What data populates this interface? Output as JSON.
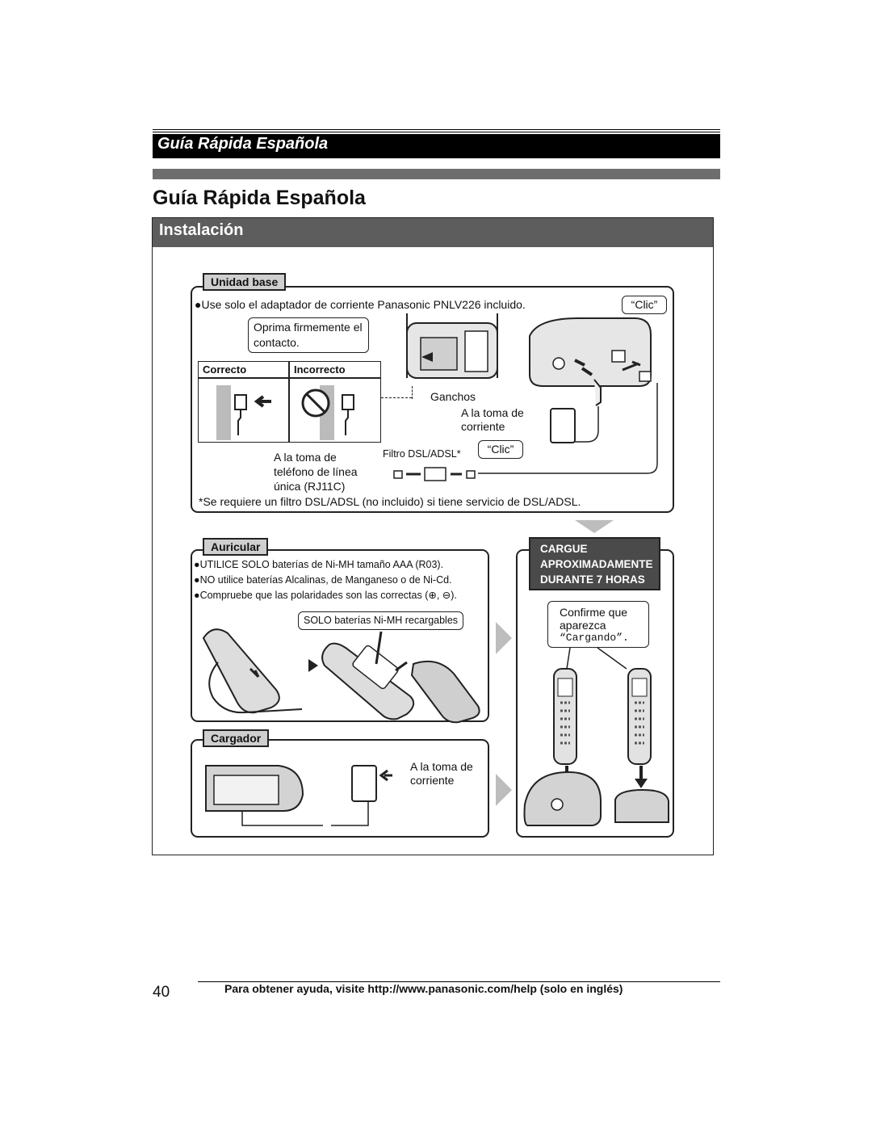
{
  "header": {
    "band_label": "Guía Rápida Española"
  },
  "page": {
    "title": "Guía Rápida Española",
    "section_title": "Instalación"
  },
  "unidad_base": {
    "tab": "Unidad base",
    "bullet": "Use solo el adaptador de corriente Panasonic PNLV226 incluido.",
    "callout_press": "Oprima firmemente el contacto.",
    "callout_click_top": "“Clic”",
    "correcto": "Correcto",
    "incorrecto": "Incorrecto",
    "ganchos": "Ganchos",
    "a_la_toma_corriente": "A la toma de corriente",
    "filtro": "Filtro DSL/ADSL*",
    "callout_click_mid": "“Clic”",
    "toma_telefono": "A la toma de teléfono de línea única (RJ11C)",
    "footnote": "*Se requiere un filtro DSL/ADSL (no incluido) si tiene servicio de DSL/ADSL."
  },
  "auricular": {
    "tab": "Auricular",
    "bullets": [
      "UTILICE SOLO baterías de Ni-MH tamaño AAA (R03).",
      "NO utilice baterías Alcalinas, de Manganeso o de Ni-Cd.",
      "Compruebe que las polaridades son las correctas (⊕, ⊖)."
    ],
    "callout": "SOLO baterías Ni-MH recargables"
  },
  "cargador": {
    "tab": "Cargador",
    "a_la_toma": "A la toma de corriente"
  },
  "charge": {
    "heading": [
      "CARGUE",
      "APROXIMADAMENTE",
      "DURANTE 7 HORAS"
    ],
    "confirm": "Confirme que aparezca",
    "display_word": "“Cargando”."
  },
  "footer": {
    "page_number": "40",
    "help_text": "Para obtener ayuda, visite http://www.panasonic.com/help (solo en inglés)"
  }
}
